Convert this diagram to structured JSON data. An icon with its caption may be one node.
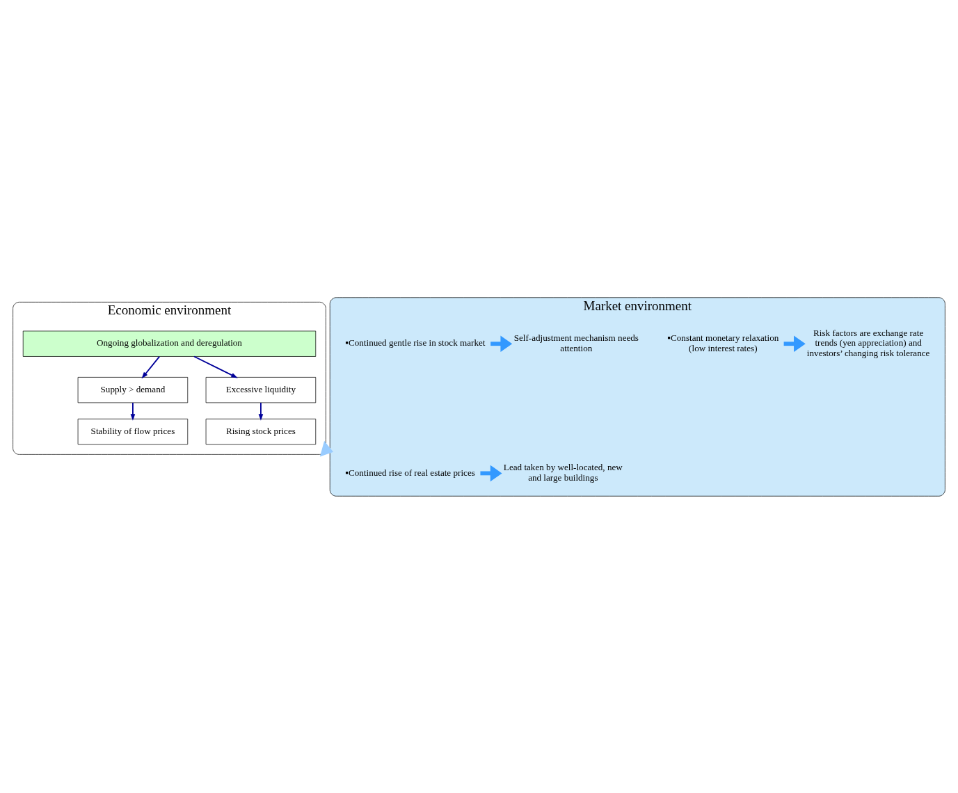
{
  "diagram": {
    "nodes": [
      {
        "text": [
          "Economic environment"
        ]
      },
      {
        "text": [
          "Ongoing globalization and deregulation"
        ],
        "in": 0
      },
      {
        "text": [
          "Supply > demand"
        ],
        "in": 0
      },
      {
        "text": [
          "Excessive liquidity"
        ],
        "in": 0
      },
      {
        "text": [
          "Stability of flow prices"
        ],
        "in": 0
      },
      {
        "text": [
          "Rising stock prices"
        ],
        "in": 0
      },
      {
        "text": [
          "Market environment"
        ]
      },
      {
        "text": [
          "▪Continued rise of real estate prices"
        ],
        "in": 6
      },
      {
        "text": [
          "Lead taken by well-located, new and large buildings"
        ],
        "in": 6
      },
      {
        "text": [
          "▪Constant monetary relaxation (low interest rates)"
        ],
        "in": 6
      },
      {
        "text": [
          "Risk factors are exchange rate trends (yen appreciation) and investors’ changing risk tolerance"
        ],
        "in": 6
      },
      {
        "text": [
          "▪Continued gentle rise in stock market"
        ],
        "in": 6
      },
      {
        "text": [
          "Self-adjustment mechanism needs attention"
        ],
        "in": 6
      }
    ],
    "edges": [
      {
        "from": 1,
        "to": 2,
        "arrow": "to"
      },
      {
        "from": 1,
        "to": 3,
        "arrow": "to"
      },
      {
        "from": 2,
        "to": 4,
        "arrow": "to"
      },
      {
        "from": 3,
        "to": 5,
        "arrow": "to"
      },
      {
        "from": 0,
        "to": 6,
        "arrow": "to",
        "style": "thick",
        "color": "#99ccff"
      },
      {
        "from": 7,
        "to": 8,
        "arrow": "to",
        "style": "thick",
        "color": "#3399ff"
      },
      {
        "from": 9,
        "to": 10,
        "arrow": "to",
        "style": "thick",
        "color": "#3399ff"
      },
      {
        "from": 11,
        "to": 12,
        "arrow": "to",
        "style": "thick",
        "color": "#3399ff"
      }
    ]
  }
}
